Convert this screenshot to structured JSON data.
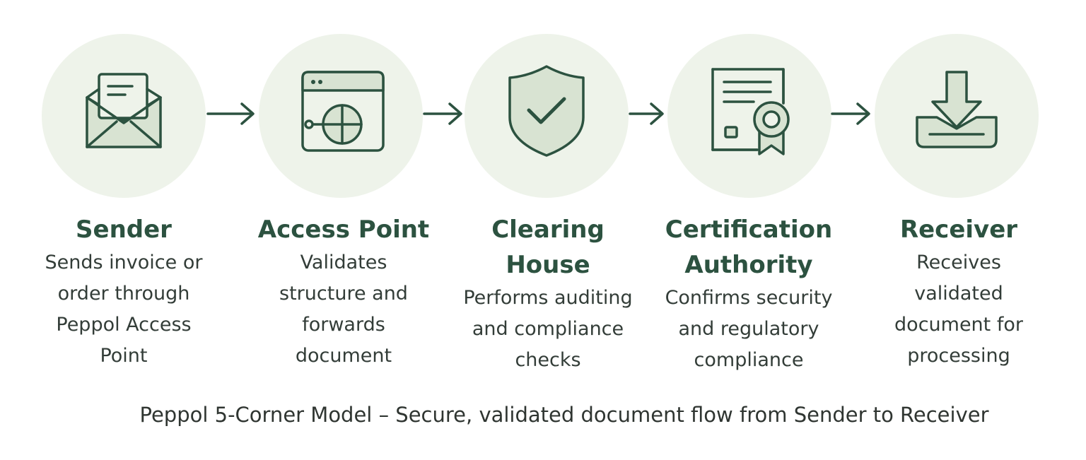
{
  "colors": {
    "circle_fill": "#eef3ea",
    "icon_stroke": "#2c5240",
    "icon_fill": "#d8e3d2",
    "title_color": "#2c5240",
    "text_color": "#333d38"
  },
  "steps": [
    {
      "icon": "envelope-icon",
      "title": "Sender",
      "desc": "Sends invoice or order through Peppol Access Point"
    },
    {
      "icon": "browser-network-icon",
      "title": "Access Point",
      "desc": "Validates structure and forwards document"
    },
    {
      "icon": "shield-check-icon",
      "title": "Clearing House",
      "desc": "Performs auditing and compliance checks"
    },
    {
      "icon": "certificate-icon",
      "title": "Certification Authority",
      "desc": "Confirms security and regulatory compliance"
    },
    {
      "icon": "download-tray-icon",
      "title": "Receiver",
      "desc": "Receives validated document for processing"
    }
  ],
  "caption": "Peppol 5-Corner Model – Secure, validated document flow from Sender to Receiver"
}
